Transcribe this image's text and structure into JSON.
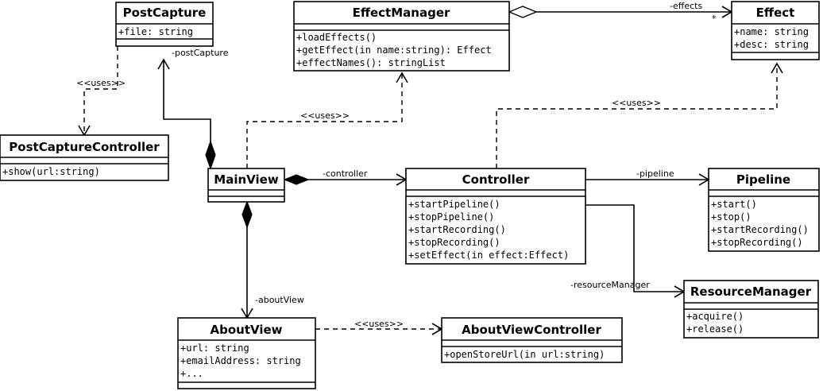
{
  "classes": {
    "postcapture": {
      "name": "PostCapture",
      "attrs": [
        "+file: string"
      ],
      "ops": []
    },
    "postcapturecontroller": {
      "name": "PostCaptureController",
      "attrs": [],
      "ops": [
        "+show(url:string)"
      ]
    },
    "effectmanager": {
      "name": "EffectManager",
      "attrs": [],
      "ops": [
        "+loadEffects()",
        "+getEffect(in name:string): Effect",
        "+effectNames(): stringList"
      ]
    },
    "effect": {
      "name": "Effect",
      "attrs": [
        "+name: string",
        "+desc: string"
      ],
      "ops": []
    },
    "mainview": {
      "name": "MainView",
      "attrs": [],
      "ops": []
    },
    "controller": {
      "name": "Controller",
      "attrs": [],
      "ops": [
        "+startPipeline()",
        "+stopPipeline()",
        "+startRecording()",
        "+stopRecording()",
        "+setEffect(in effect:Effect)"
      ]
    },
    "pipeline": {
      "name": "Pipeline",
      "attrs": [],
      "ops": [
        "+start()",
        "+stop()",
        "+startRecording()",
        "+stopRecording()"
      ]
    },
    "resourcemanager": {
      "name": "ResourceManager",
      "attrs": [],
      "ops": [
        "+acquire()",
        "+release()"
      ]
    },
    "aboutview": {
      "name": "AboutView",
      "attrs": [
        "+url: string",
        "+emailAddress: string",
        "+..."
      ],
      "ops": []
    },
    "aboutviewcontroller": {
      "name": "AboutViewController",
      "attrs": [],
      "ops": [
        "+openStoreUrl(in url:string)"
      ]
    }
  },
  "relations": {
    "postcapture_role": "-postCapture",
    "uses_label": "<<uses>>",
    "effects_role": "-effects",
    "effects_multiplicity": "*",
    "controller_role": "-controller",
    "pipeline_role": "-pipeline",
    "resourcemanager_role": "-resourceManager",
    "aboutview_role": "-aboutView"
  }
}
